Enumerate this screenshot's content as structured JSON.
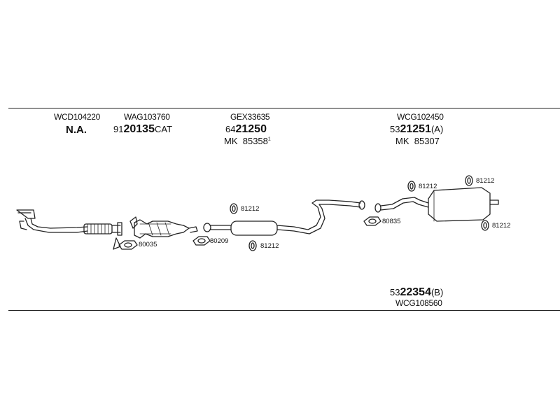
{
  "columns": [
    {
      "ref_code": "WCD104220",
      "part_number": "N.A."
    },
    {
      "ref_code": "WAG103760",
      "part_prefix": "91",
      "part_bold": "20135",
      "part_suffix": "CAT"
    },
    {
      "ref_code": "GEX33635",
      "part_prefix": "64",
      "part_bold": "21250",
      "mk_label": "MK",
      "mk_number": "85358",
      "mk_sup": "1"
    },
    {
      "ref_code": "WCG102450",
      "part_prefix": "53",
      "part_bold": "21251",
      "part_suffix": "(A)",
      "mk_label": "MK",
      "mk_number": "85307"
    }
  ],
  "bottom_part": {
    "part_prefix": "53",
    "part_bold": "22354",
    "part_suffix": "(B)",
    "ref_code": "WCG108560"
  },
  "callouts": {
    "gasket_1": "80035",
    "gasket_2": "80209",
    "gasket_3": "80835",
    "clamp_1": "81212",
    "clamp_2": "81212",
    "clamp_3": "81212",
    "clamp_4": "81212",
    "clamp_5": "81212"
  }
}
